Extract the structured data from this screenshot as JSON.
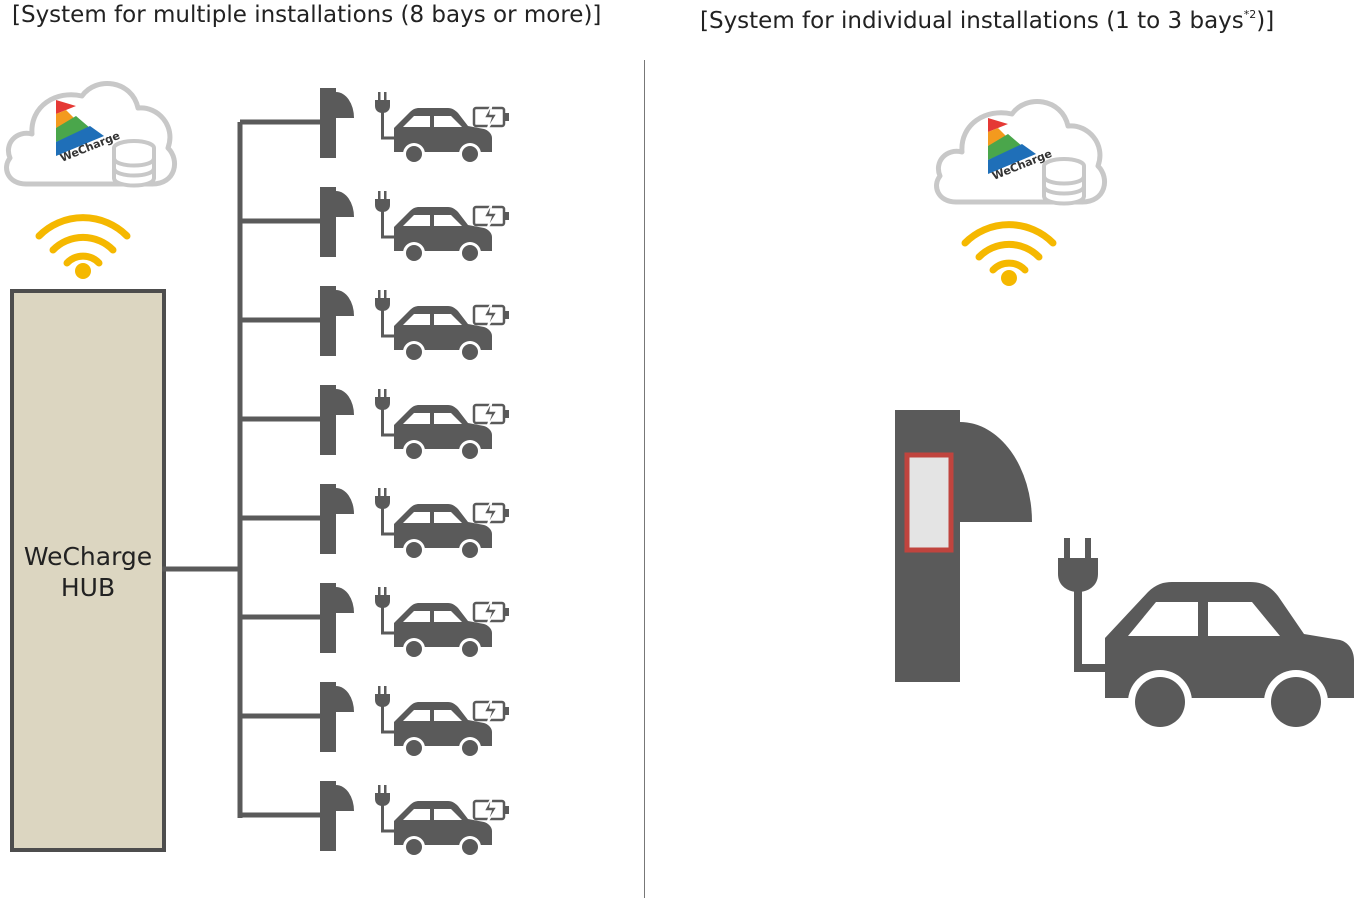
{
  "headings": {
    "multiple_prefix": "[System for multiple installations (8 bays or more)]",
    "individual_prefix": "[System for individual installations (1 to 3 bays",
    "individual_note": "*2",
    "individual_suffix": ")]"
  },
  "cloud": {
    "logo_text": "WeCharge"
  },
  "hub": {
    "line1": "WeCharge",
    "line2": "HUB"
  },
  "charger_count": 8,
  "colors": {
    "gray": "#5a5a5a",
    "hub_fill": "#dcd6c1",
    "wifi": "#f5b800",
    "cloud_stroke": "#c8c8c8",
    "screen_border": "#c0443e",
    "logo_red": "#e53935",
    "logo_orange": "#f39a1e",
    "logo_green": "#4aa64b",
    "logo_blue": "#1f6fb8"
  },
  "icons": [
    "cloud-icon",
    "wechargelogo-icon",
    "database-icon",
    "wifi-icon",
    "charger-icon",
    "plug-icon",
    "car-icon",
    "battery-charging-icon"
  ]
}
